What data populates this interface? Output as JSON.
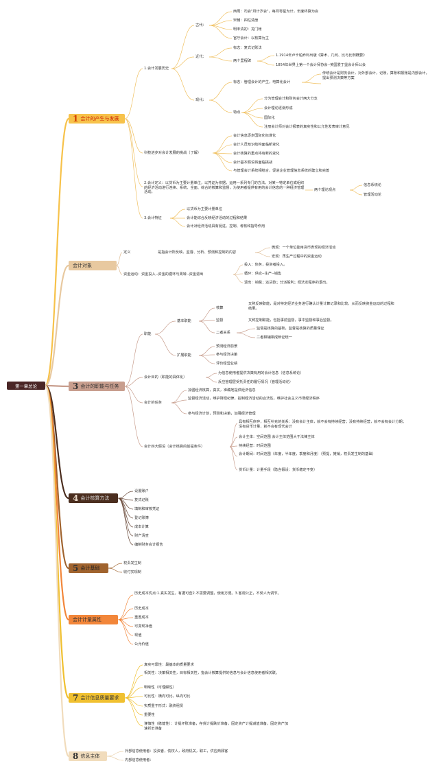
{
  "root": "第一章总论",
  "branches": [
    {
      "num": "1",
      "label": "会计的产生与发展",
      "color": "#f7c24a",
      "text_color": "#cc2200"
    },
    {
      "num": "",
      "label": "会计对象",
      "color": "#e8c9a0",
      "text_color": "#333333"
    },
    {
      "num": "3",
      "label": "会计的职能与任务",
      "color": "#c89e8e",
      "text_color": "#333333"
    },
    {
      "num": "4",
      "label": "会计核算方法",
      "color": "#4b2e1f",
      "text_color": "#dddddd"
    },
    {
      "num": "5",
      "label": "会计基础",
      "color": "#a0632e",
      "text_color": "#222222"
    },
    {
      "num": "",
      "label": "会计计量属性",
      "color": "#f2863a",
      "text_color": "#333333"
    },
    {
      "num": "7",
      "label": "会计信息质量要求",
      "color": "#f0c030",
      "text_color": "#333333"
    },
    {
      "num": "8",
      "label": "信息主体",
      "color": "#f1dcbc",
      "text_color": "#333333"
    }
  ],
  "b1": {
    "history": "1.会计发展历史",
    "ancient": "古代：",
    "ancient_items": [
      "西周：司会\"月计岁会\"，每月零星为计，年度终算为会",
      "宋朝：四柱清册",
      "明末清初：龙门帐",
      "官厅会计：以核算为主"
    ],
    "modern": "近代：",
    "modern_mark": "标志：复式记账法",
    "milestones": "两个里程碑",
    "milestone_items": [
      "1.1914年卢卡帕乔利出版《算术、几何、比与比例概要》",
      "1854年世界上第一个会计师协会--英国爱丁堡会计师公会"
    ],
    "contemporary": "现代：",
    "cont_mark": "标志：管理会计的产生，电算化会计",
    "cont_mark_detail": "传统会计是财务会计，对外部会计，记账，算账和报账是内部会计，提出预测决策等方案",
    "features": "特点",
    "feature_items": [
      "分为管理会计和财务会计两大分支",
      "会计理论逐渐形成",
      "国际化",
      "注册会计师对会计报表的真实性和公允性发表审计意见"
    ],
    "tech": "科技进步对会计发展的挑战（了解）",
    "tech_items": [
      "会计信息逐步国际化标准化",
      "会计人员知识结构面临新变化",
      "会计核算的重点将有新的变化",
      "会计基本假设将面临挑战",
      "与管理会计系统相结合，促进企业管理信息系统的建立和完善"
    ],
    "definition": "2.会计定义：以货币为主要计量单位，以凭证为依据，运用一系列专门的方法，对某一特定单位或组织的经济活动进行连续、系统、全面、综合的核算和监督，为使用者提供有用的会计信息的一种经济管理活动。",
    "theories": "两个理论观点",
    "theory_items": [
      "信息系统论",
      "管理活动论"
    ],
    "traits": "3.会计特征",
    "trait_items": [
      "以货币为主要计量单位",
      "会计能综合反映经济活动的过程和结果",
      "会计对经济活动具有促进、控制、考核和指导作用"
    ]
  },
  "b2": {
    "def": "定义",
    "def_text": "是指会计所反映、监督、分析、预测和控制的内容",
    "micro": "微观：一个单位能用货币表现的经济活动",
    "macro": "宏观：再生产过程中的资金运动",
    "motion": "资金运动：资金投入--资金的循环与周转--资金退出",
    "motion_items": [
      "投入：债务，投资者投入。",
      "循环：供应--生产--销售",
      "退出：纳税；还贷款；分派股利；经法定程序的退出。"
    ]
  },
  "b3": {
    "func": "职能",
    "basic": "基本职能",
    "calc": "核算",
    "calc_text": "又称反映职能，是对特定经济业务进行确认计量计算记录和比较，从而反映资金运动的过程和结果。",
    "supervise": "监督",
    "supervise_text": "又称控制职能，包括事前监督，事中监督和事后监督。",
    "relation": "二者关系",
    "relation_items": [
      "监督是核算的基础，监督是核算的质量保证",
      "二者相辅相成辩证统一"
    ],
    "extend": "扩展职能",
    "extend_items": [
      "预测经济前景",
      "参与经济决策",
      "评价经营业绩"
    ],
    "goal": "会计目的（职能的具体化）",
    "goal_items": [
      "为信息使用者提供决策有用的会计信息（信息系统论）",
      "反应管理层受托责任的履行情况（管理活动论）"
    ],
    "task": "会计的任务",
    "task_items": [
      "加强经济核算，真实，准确地提供经济信息",
      "监督经济活动，维护财经纪律，控制经济活动的合法性，维护社会主义市场经济秩序",
      "参与经济计划，预测和决策，加强经济管理"
    ],
    "assumption": "会计四大假设（会计核算的前提条件）",
    "assumption_items": [
      "具有相互依存，相互补充的关系：没有会计主体，就不会有持续经营；没有持续经营，就不会有会计分期；没有货币计量，就不会有现代会计",
      "会计主体：空间范围 会计主体范围大于法律主体",
      "持续经营：时间范围",
      "会计期间：时间范围（年度，半年度，季度和月度）（预提，摊销，权责发生制的基础）",
      "货币计量：计量手段（隐含假设：货币稳定不变）"
    ]
  },
  "b4": {
    "items": [
      "设置账户",
      "复式记账",
      "填制和审核凭证",
      "登记账簿",
      "成本计算",
      "财产清查",
      "编制财务会计报告"
    ]
  },
  "b5": {
    "items": [
      "权责发生制",
      "收付实现制"
    ]
  },
  "b6": {
    "items": [
      "历史成本优点:1.真实发生，有据可查2.不需要调整，使用方便。3.客观公正，不受人为调节。",
      "历史成本",
      "重置成本",
      "可变现净值",
      "现值",
      "公允价值"
    ]
  },
  "b7": {
    "items": [
      "真实可靠性：最基本的质量要求",
      "相关性：决策相关性，目标相关性，指会计核算提供的信息与会计信息使用者相关联。",
      "明晰性（可理解性）",
      "可比性：横向可比，纵向可比",
      "实质重于形式：融资租赁",
      "重要性",
      "谨慎性（稳健性）：计提坏账准备，存货计提跌价准备，固定资产计提减值准备，固定资产加速折旧准备"
    ]
  },
  "b8": {
    "items": [
      "外部信息使用者：投资者，债权人，政府机关，职工，供应商顾客",
      "内部信息使用者："
    ]
  }
}
